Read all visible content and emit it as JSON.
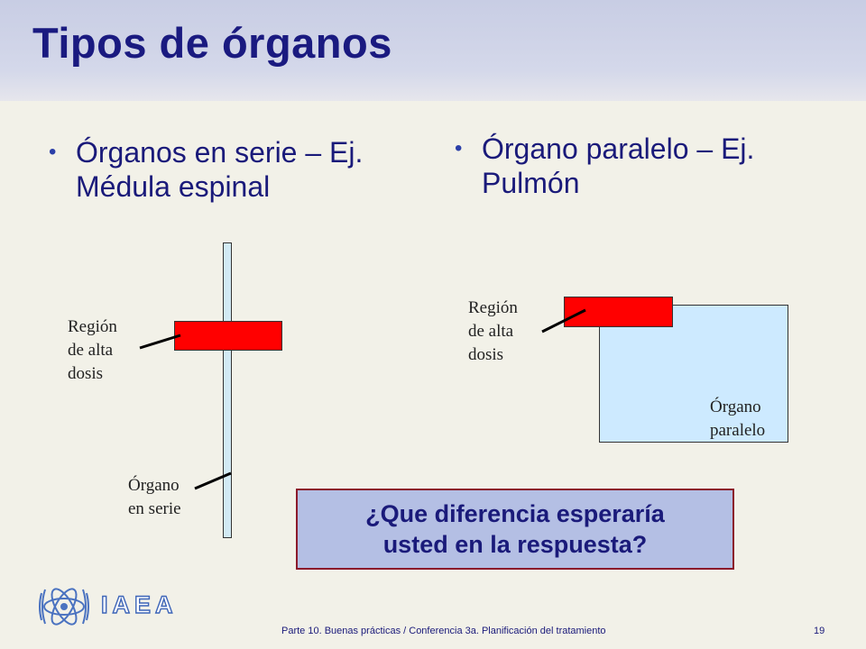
{
  "title": "Tipos de órganos",
  "bullets": {
    "left": [
      "Órganos en serie – Ej.",
      "Médula espinal"
    ],
    "right": [
      "Órgano paralelo – Ej.",
      "Pulmón"
    ]
  },
  "bullet_glyph": "•",
  "labels": {
    "left_high_dose": [
      "Región",
      "de alta",
      "dosis"
    ],
    "serial_organ": [
      "Órgano",
      "en serie"
    ],
    "right_high_dose": [
      "Región",
      "de alta",
      "dosis"
    ],
    "parallel_organ": [
      "Órgano",
      "paralelo"
    ]
  },
  "callout": [
    "¿Que diferencia esperaría",
    "usted en la respuesta?"
  ],
  "footer": {
    "text": "Parte 10. Buenas prácticas / Conferencia 3a. Planificación del tratamiento",
    "page": "19"
  },
  "logo": {
    "word": "IAEA",
    "icon": "iaea-emblem-icon"
  },
  "colors": {
    "title": "#1a1a80",
    "high_dose_region": "#ff0000",
    "serial_organ_fill": "#d2eaf4",
    "parallel_organ_fill": "#cdeaff",
    "callout_fill": "#b4bfe4",
    "callout_border": "#8b1a2b"
  }
}
